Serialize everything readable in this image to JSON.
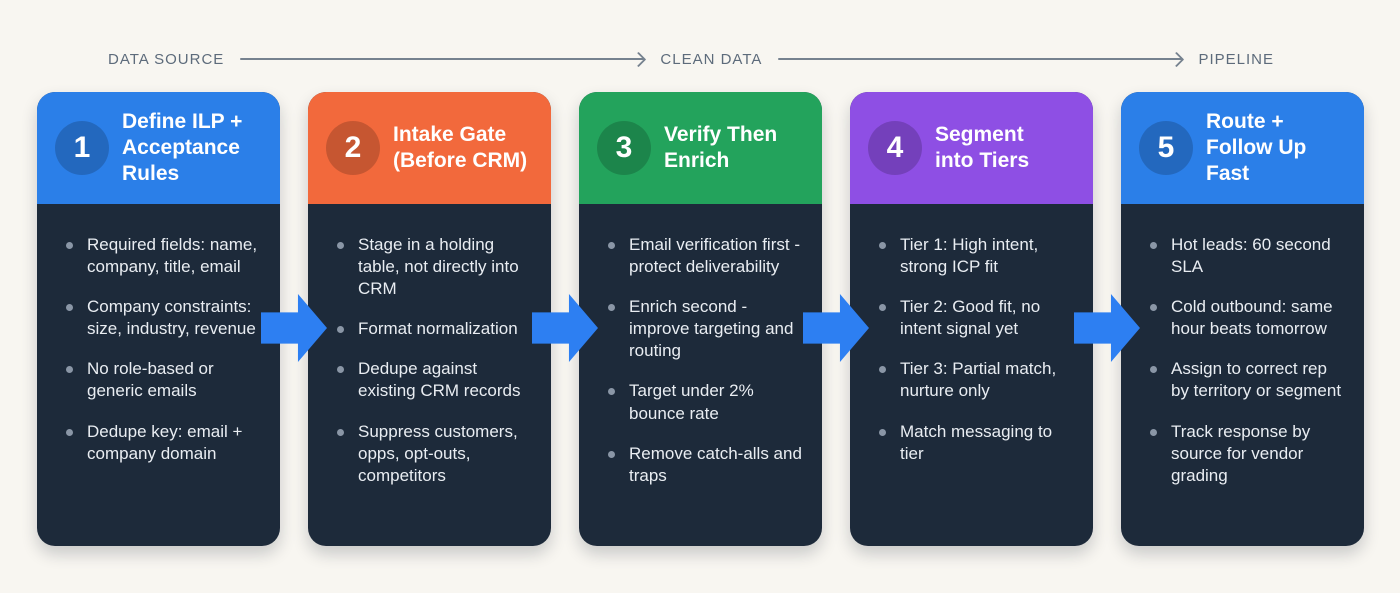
{
  "flow": {
    "labels": [
      "DATA SOURCE",
      "CLEAN DATA",
      "PIPELINE"
    ]
  },
  "colors": {
    "background": "#f8f6f1",
    "card_body_navy": "#1d2a3a",
    "arrow_blue": "#2d7ff2",
    "flow_label_grey": "#5d6b7b",
    "flow_line_grey": "#76828f",
    "bullet_dot_grey": "#8a96a6",
    "bullet_text": "#e9edf2"
  },
  "cards": [
    {
      "number": "1",
      "title": "Define ILP +\nAcceptance\nRules",
      "accent": "#2b7fe8",
      "bullets": [
        "Required fields: name, company, title, email",
        "Company constraints: size, industry, revenue",
        "No role-based or generic emails",
        "Dedupe key: email + company domain"
      ]
    },
    {
      "number": "2",
      "title": "Intake Gate\n(Before CRM)",
      "accent": "#f2693c",
      "bullets": [
        "Stage in a holding table, not directly into CRM",
        "Format normalization",
        "Dedupe against existing CRM records",
        "Suppress customers, opps, opt-outs, competitors"
      ]
    },
    {
      "number": "3",
      "title": "Verify Then\nEnrich",
      "accent": "#23a35c",
      "bullets": [
        "Email verification first - protect deliverability",
        "Enrich second - improve targeting and routing",
        "Target under 2% bounce rate",
        "Remove catch-alls and traps"
      ]
    },
    {
      "number": "4",
      "title": "Segment\ninto Tiers",
      "accent": "#8e4fe4",
      "bullets": [
        "Tier 1: High intent, strong ICP fit",
        "Tier 2: Good fit, no intent signal yet",
        "Tier 3: Partial match, nurture only",
        "Match messaging to tier"
      ]
    },
    {
      "number": "5",
      "title": "Route +\nFollow Up Fast",
      "accent": "#2b7fe8",
      "bullets": [
        "Hot leads: 60 second SLA",
        "Cold outbound: same hour beats tomorrow",
        "Assign to correct rep by territory or segment",
        "Track response by source for vendor grading"
      ]
    }
  ]
}
